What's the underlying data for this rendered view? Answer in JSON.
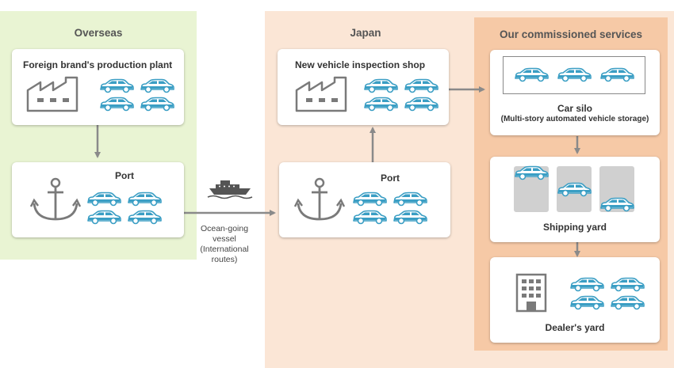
{
  "zones": {
    "overseas": "Overseas",
    "japan": "Japan",
    "services": "Our commissioned services"
  },
  "nodes": {
    "plant": "Foreign brand's production plant",
    "overseas_port": "Port",
    "inspection": "New vehicle inspection shop",
    "japan_port": "Port",
    "silo": "Car silo",
    "silo_sub": "(Multi-story automated vehicle storage)",
    "shipping": "Shipping yard",
    "dealer": "Dealer's yard"
  },
  "vessel": [
    "Ocean-going",
    "vessel",
    "(International",
    "routes)"
  ],
  "colors": {
    "overseas_bg": "#e9f4d3",
    "japan_bg": "#fbe6d6",
    "services_bg": "#f6c9a6",
    "car": "#3a9ec4",
    "icon": "#7a7a7a",
    "arrow": "#8a8a8a",
    "slot": "#d0d0d0"
  }
}
